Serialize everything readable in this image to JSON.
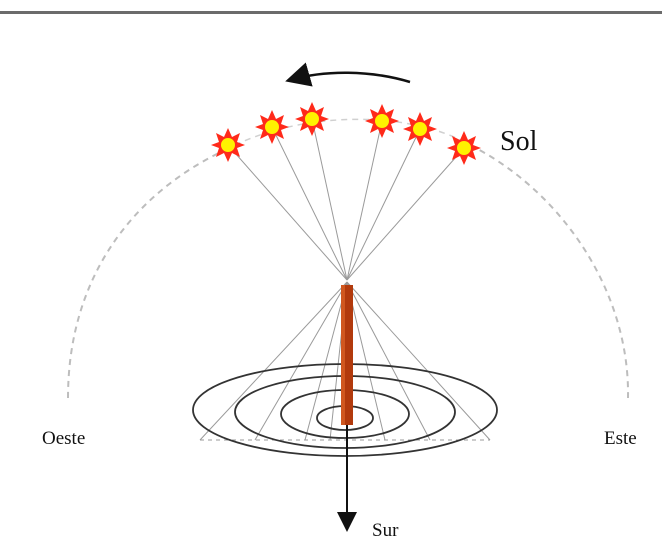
{
  "labels": {
    "sun": "Sol",
    "west": "Oeste",
    "east": "Este",
    "south": "Sur"
  },
  "colors": {
    "sun_outer": "#ff2a1a",
    "sun_inner": "#fff200",
    "gnomon": "#b23a0d",
    "rays": "#8c8c8c",
    "arc": "#bdbdbd",
    "shadow_rings": "#333333"
  }
}
